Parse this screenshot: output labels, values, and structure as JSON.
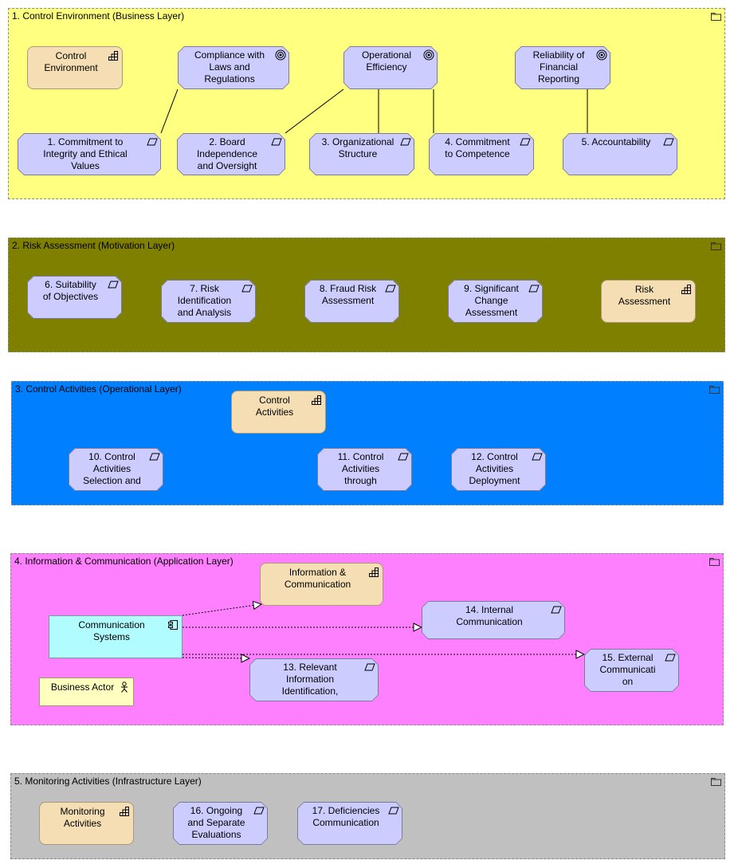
{
  "groups": {
    "control_env": "1. Control Environment (Business Layer)",
    "risk": "2. Risk Assessment (Motivation Layer)",
    "control_act": "3. Control Activities (Operational Layer)",
    "info_comm": "4. Information & Communication (Application Layer)",
    "monitoring": "5. Monitoring Activities (Infrastructure Layer)"
  },
  "group_colors": {
    "control_env": "#ffff80",
    "risk": "#808000",
    "control_act": "#0080ff",
    "info_comm": "#ff80ff",
    "monitoring": "#c0c0c0"
  },
  "nodes": {
    "control_environment": "Control\nEnvironment",
    "compliance": "Compliance with\nLaws and\nRegulations",
    "operational_efficiency": "Operational\nEfficiency",
    "reliability": "Reliability of\nFinancial\nReporting",
    "p1": "1. Commitment to\nIntegrity and Ethical\nValues",
    "p2": "2. Board\nIndependence\nand Oversight",
    "p3": "3. Organizational\nStructure",
    "p4": "4. Commitment\nto Competence",
    "p5": "5. Accountability",
    "p6": "6. Suitability\nof Objectives",
    "p7": "7. Risk\nIdentification\nand Analysis",
    "p8": "8. Fraud Risk\nAssessment",
    "p9": "9. Significant\nChange\nAssessment",
    "risk_assessment": "Risk\nAssessment",
    "control_activities": "Control\nActivities",
    "p10": "10. Control\nActivities\nSelection and",
    "p11": "11. Control\nActivities\nthrough",
    "p12": "12. Control\nActivities\nDeployment",
    "info_communication": "Information &\nCommunication",
    "comm_systems": "Communication\nSystems",
    "p14": "14. Internal\nCommunication",
    "p13": "13. Relevant\nInformation\nIdentification,",
    "p15": "15. External\nCommunicati\non",
    "business_actor": "Business Actor",
    "monitoring_activities": "Monitoring\nActivities",
    "p16": "16. Ongoing\nand Separate\nEvaluations",
    "p17": "17. Deficiencies\nCommunication"
  },
  "node_icons": {
    "capability": "capability-icon",
    "goal": "goal-icon",
    "principle": "principle-icon",
    "component": "component-icon",
    "actor": "actor-icon",
    "folder": "folder-icon"
  }
}
